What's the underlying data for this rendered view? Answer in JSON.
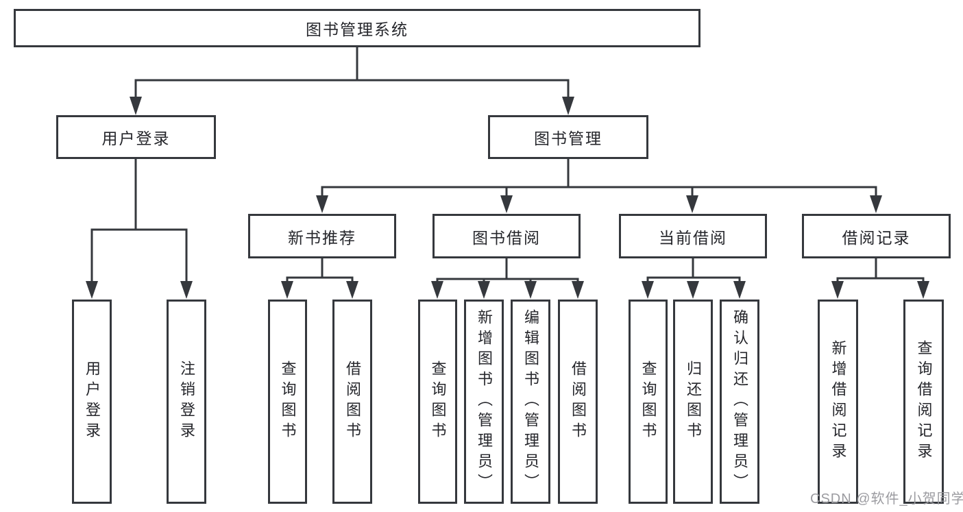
{
  "colors": {
    "line": "#35383d",
    "text": "#25262b",
    "watermark": "#9b9ba0",
    "background": "#ffffff"
  },
  "nodes": {
    "root": {
      "label": "图书管理系统"
    },
    "level2": [
      {
        "label": "用户登录"
      },
      {
        "label": "图书管理"
      }
    ],
    "level3": [
      {
        "label": "新书推荐"
      },
      {
        "label": "图书借阅"
      },
      {
        "label": "当前借阅"
      },
      {
        "label": "借阅记录"
      }
    ],
    "level4": [
      {
        "label": "用户登录"
      },
      {
        "label": "注销登录"
      },
      {
        "label": "查询图书"
      },
      {
        "label": "借阅图书"
      },
      {
        "label": "查询图书"
      },
      {
        "label": "新增图书（管理员）"
      },
      {
        "label": "编辑图书（管理员）"
      },
      {
        "label": "借阅图书"
      },
      {
        "label": "查询图书"
      },
      {
        "label": "归还图书"
      },
      {
        "label": "确认归还（管理员）"
      },
      {
        "label": "新增借阅记录"
      },
      {
        "label": "查询借阅记录"
      }
    ]
  },
  "watermark": "CSDN @软件_小贺同学"
}
